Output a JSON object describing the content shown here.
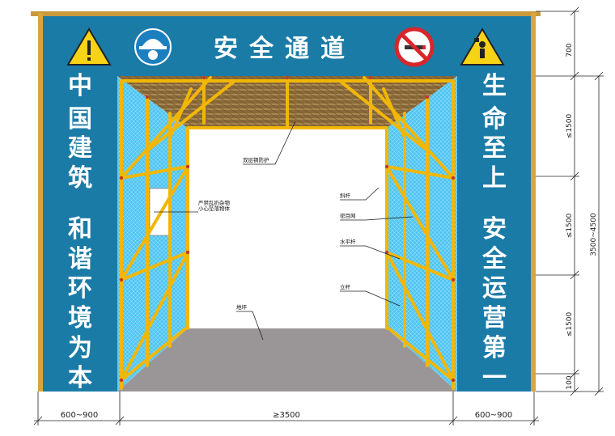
{
  "banner": {
    "title": "安全通道",
    "icons": [
      {
        "name": "warning-sign-icon",
        "color": "#f7d315"
      },
      {
        "name": "helmet-sign-icon",
        "color": "#1c7fbf"
      },
      {
        "name": "no-smoking-sign-icon",
        "color": "#d8262b"
      },
      {
        "name": "falling-objects-warning-icon",
        "color": "#f7d315"
      }
    ]
  },
  "left_column": {
    "top_text": [
      "中",
      "国",
      "建",
      "筑"
    ],
    "bottom_text": [
      "和",
      "谐",
      "环",
      "境",
      "为",
      "本"
    ]
  },
  "right_column": {
    "top_text": [
      "生",
      "命",
      "至",
      "上"
    ],
    "bottom_text": [
      "安",
      "全",
      "运",
      "营",
      "第",
      "一"
    ]
  },
  "callouts": {
    "roof": "双层钢防护",
    "left_sign_1": "严禁乱扔杂物",
    "left_sign_2": "小心坠落物体",
    "brace": "斜杆",
    "net": "密目网",
    "horizontal_bar": "水平杆",
    "vertical_pole": "立杆",
    "ground": "地坪"
  },
  "dimensions": {
    "right_segments": [
      "700",
      "≤1500",
      "≤1500",
      "≤1500",
      "100"
    ],
    "right_total": "3500~4500",
    "bottom": [
      "600~900",
      "≥3500",
      "600~900"
    ]
  },
  "colors": {
    "board_blue": "#1b7ba7",
    "text_white": "#ffffff",
    "scaffold_yellow": "#f2b705",
    "net_blue": "#4fc3f0",
    "roof_brown": "#8a6a3a",
    "ground_gray": "#9a9698"
  }
}
